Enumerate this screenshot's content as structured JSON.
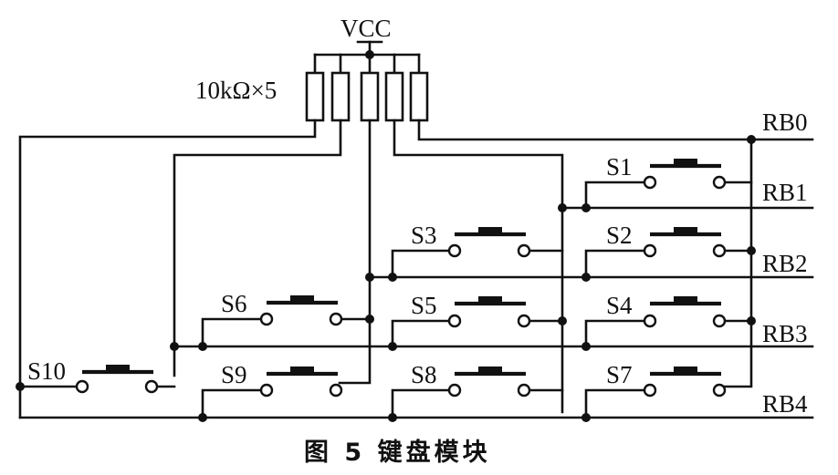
{
  "diagram": {
    "vcc_label": "VCC",
    "resistor_label": "10kΩ×5",
    "rb_labels": [
      "RB0",
      "RB1",
      "RB2",
      "RB3",
      "RB4"
    ],
    "switches": [
      {
        "id": "s1",
        "label": "S1"
      },
      {
        "id": "s2",
        "label": "S2"
      },
      {
        "id": "s3",
        "label": "S3"
      },
      {
        "id": "s4",
        "label": "S4"
      },
      {
        "id": "s5",
        "label": "S5"
      },
      {
        "id": "s6",
        "label": "S6"
      },
      {
        "id": "s7",
        "label": "S7"
      },
      {
        "id": "s8",
        "label": "S8"
      },
      {
        "id": "s9",
        "label": "S9"
      },
      {
        "id": "s10",
        "label": "S10"
      }
    ]
  },
  "caption": "图 5   键盘模块"
}
